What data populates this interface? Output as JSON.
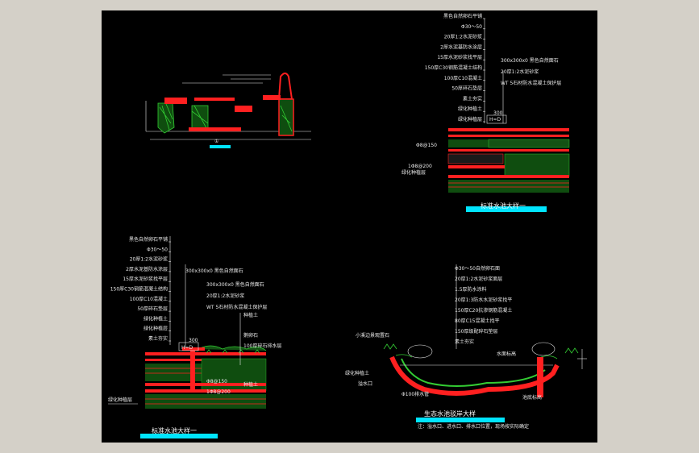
{
  "colors": {
    "canvas_bg": "#000000",
    "frame_bg": "#d4d0c8",
    "red": "#ff2020",
    "green": "#33cc33",
    "white": "#e8e8e8",
    "cyan": "#00e5ff",
    "yellow": "#ffff00"
  },
  "detail_top_left": {
    "section_marker": "①"
  },
  "detail_top_right": {
    "layers": [
      "黑色自然卵石平铺",
      "Φ30～50",
      "20厚1:2水泥砂浆",
      "2厚水泥基防水涂层",
      "15厚水泥砂浆找平层",
      "150厚C30钢筋混凝土结构",
      "100厚C10混凝土",
      "50厚碎石垫层",
      "素土夯实",
      "绿化种植土",
      "绿化种植层"
    ],
    "side_layers": [
      "300x300x0 黑色自然面石",
      "20厚1:2水泥砂浆",
      "WT 5石材防水混凝土保护层"
    ],
    "dim": "300",
    "tag": "H≈D",
    "left_notes": [
      "Φ8@150",
      "1Φ8@200",
      "绿化种植层"
    ],
    "title": "标准水池大样一"
  },
  "detail_bottom_left": {
    "layers": [
      "黑色自然卵石平铺",
      "Φ30～50",
      "20厚1:2水泥砂浆",
      "2厚水泥基防水涂层",
      "15厚水泥砂浆找平层",
      "150厚C30钢筋混凝土结构",
      "100厚C10混凝土",
      "50厚碎石垫层",
      "绿化种植土",
      "绿化种植层",
      "素土夯实"
    ],
    "side_layers": [
      "300x300x0 黑色自然面石",
      "300x300x0 黑色自然面石",
      "20厚1:2水泥砂浆",
      "WT 5石材防水混凝土保护层",
      "种植土",
      "鹅卵石",
      "100厚碎石排水层"
    ],
    "dim": "300",
    "tag": "H≈D",
    "notes": [
      "Φ8@150",
      "1Φ8@200",
      "种植土"
    ],
    "left_note": "绿化种植层",
    "title": "标准水池大样一"
  },
  "detail_bottom_right": {
    "layers": [
      "Φ30～50自然卵石面",
      "20厚1:2水泥砂浆面层",
      "1.5厚防水涂料",
      "20厚1:3防水水泥砂浆找平",
      "150厚C20抗渗钢筋混凝土",
      "80厚C15混凝土找平",
      "150厚级配碎石垫层",
      "素土夯实"
    ],
    "notes_left": [
      "小溪边景观置石",
      "绿化种植土",
      "溢水口"
    ],
    "notes_right": [
      "水面标高",
      "池底标高"
    ],
    "note_bottom": "Φ100排水管",
    "title": "生态水池驳岸大样",
    "footnote": "注：溢水口、进水口、排水口位置，现场按实际确定"
  }
}
